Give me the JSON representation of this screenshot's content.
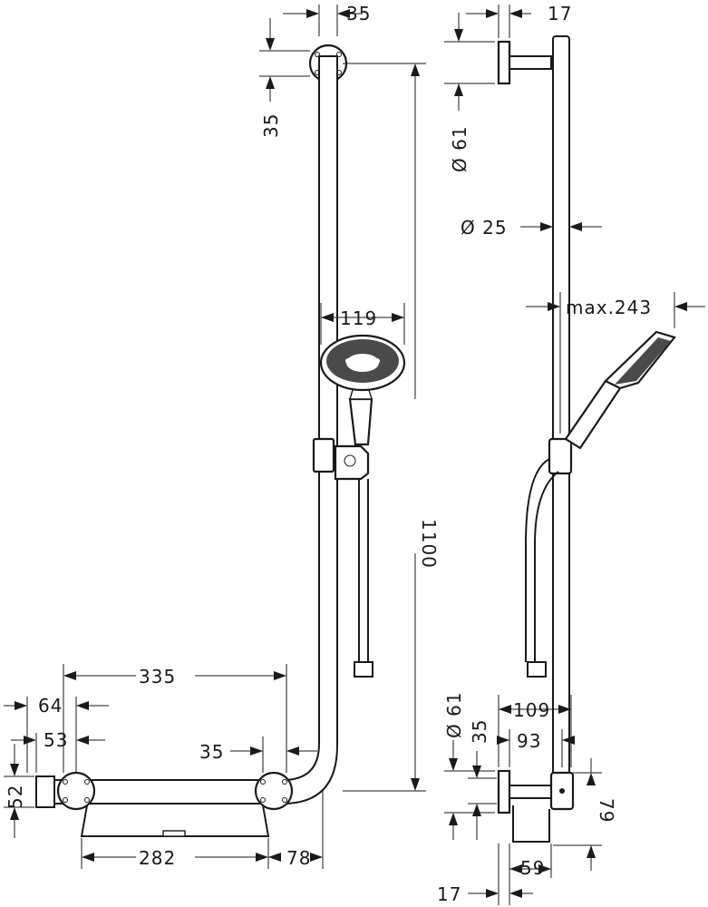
{
  "dimensions": {
    "front_top_width": "35",
    "front_top_height": "35",
    "front_rail_length": "1100",
    "head_diameter": "119",
    "bottom_span": "335",
    "bottom_end_offset": "64",
    "bottom_end_inner": "53",
    "bottom_bracket_width": "35",
    "bottom_end_height": "52",
    "shelf_length": "282",
    "shelf_offset": "78",
    "side_top_depth": "17",
    "side_top_diameter": "Ø 61",
    "side_rail_diameter": "Ø 25",
    "side_max_projection": "max.243",
    "side_bottom_depth": "109",
    "side_bottom_inner": "93",
    "side_bottom_diameter": "Ø 61",
    "side_bottom_height": "35",
    "side_bottom_79": "79",
    "side_bottom_59": "59",
    "side_bottom_17": "17"
  }
}
